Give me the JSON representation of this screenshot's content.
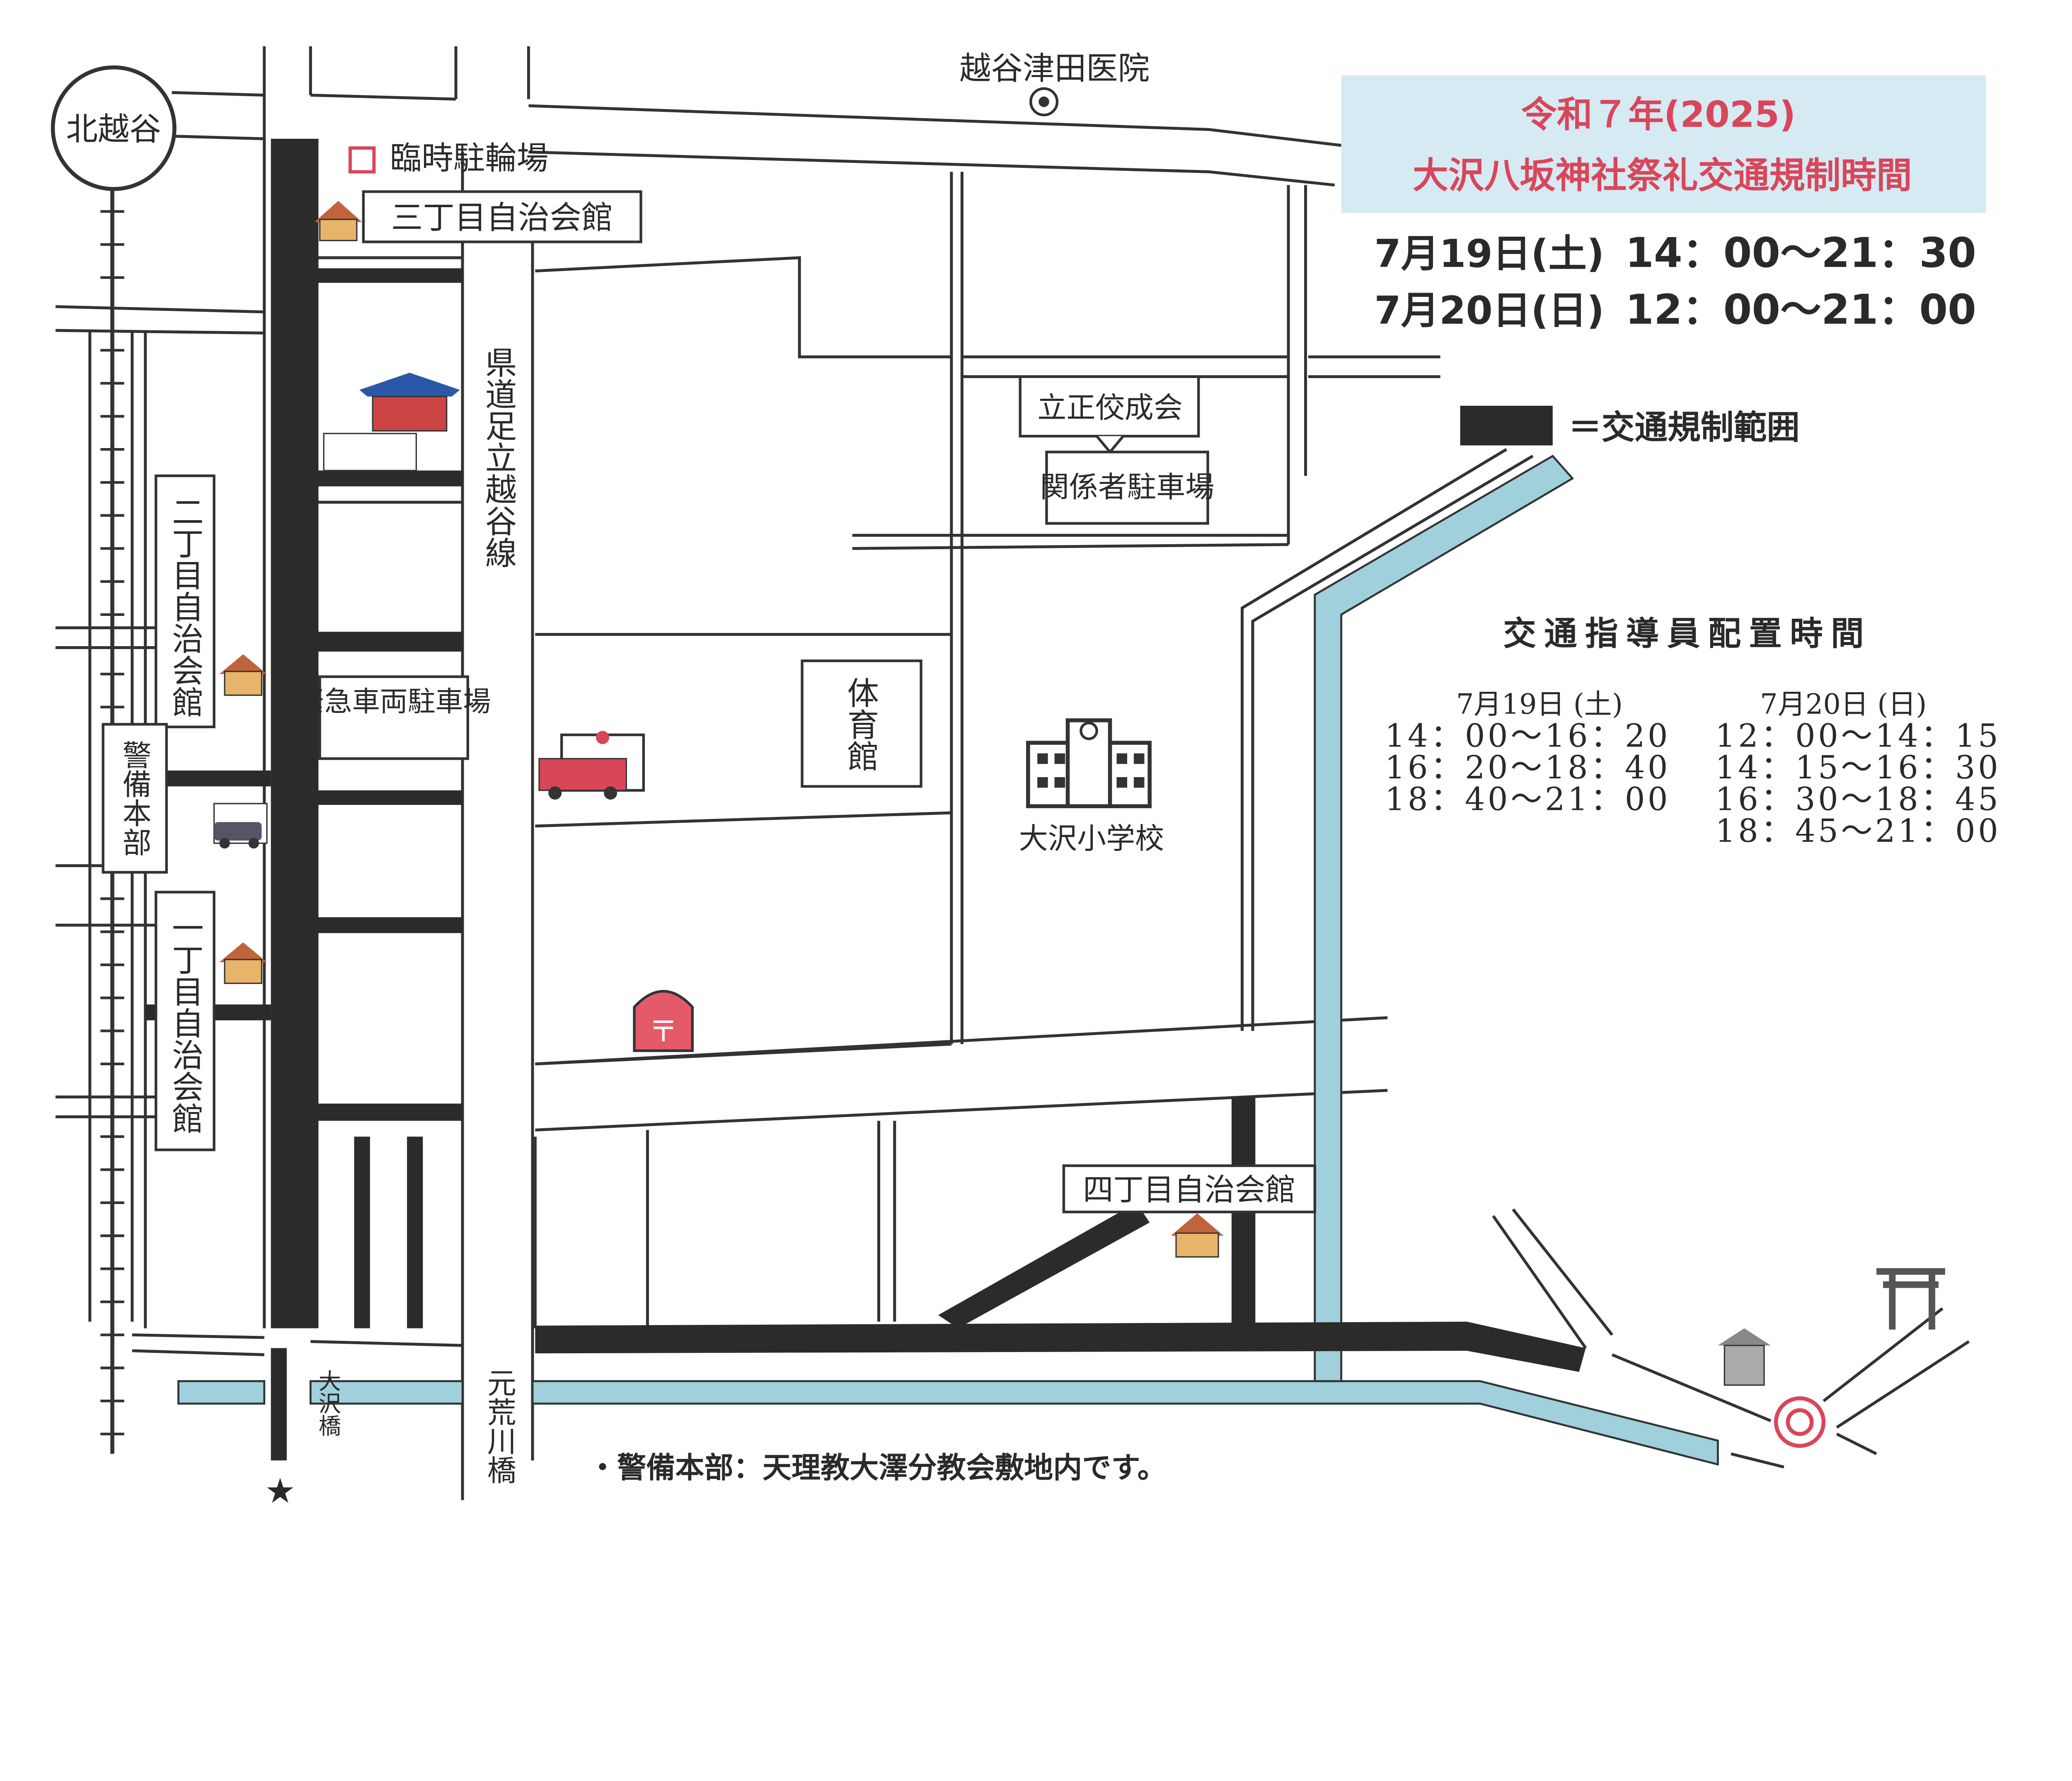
{
  "title": {
    "line1": "令和７年(2025)",
    "line2": "大沢八坂神社祭礼交通規制時間"
  },
  "regulation_times": [
    {
      "date": "7月19日(土)",
      "time": "14：00〜21：30"
    },
    {
      "date": "7月20日(日)",
      "time": "12：00〜21：00"
    }
  ],
  "legend": {
    "label": "＝交通規制範囲"
  },
  "guide_schedule": {
    "heading": "交通指導員配置時間",
    "days": [
      {
        "date": "7月19日 (土)",
        "slots": [
          "14：00〜16：20",
          "16：20〜18：40",
          "18：40〜21：00"
        ]
      },
      {
        "date": "7月20日 (日)",
        "slots": [
          "12：00〜14：15",
          "14：15〜16：30",
          "16：30〜18：45",
          "18：45〜21：00"
        ]
      }
    ]
  },
  "places": {
    "station": "北越谷",
    "bike_parking": "臨時駐輪場",
    "hall3": "三丁目自治会館",
    "clinic": "越谷津田医院",
    "prefectural_road": "県道足立越谷線",
    "rissho": "立正佼成会",
    "staff_parking": "関係者駐車場",
    "hall2": "二丁目自治会館",
    "emergency_parking": "緊急車両駐車場",
    "hq": "警備本部",
    "gym": "体育館",
    "school": "大沢小学校",
    "hall1": "一丁目自治会館",
    "hall4": "四丁目自治会館",
    "osawa_bridge": "大沢橋",
    "motoarakawa_bridge": "元荒川橋"
  },
  "footnote": "・警備本部：天理教大澤分教会敷地内です。",
  "colors": {
    "title_red": "#d9465a",
    "title_bg": "#d6eaf3",
    "river": "#9fd0dc",
    "regulated": "#2b2b2b"
  }
}
